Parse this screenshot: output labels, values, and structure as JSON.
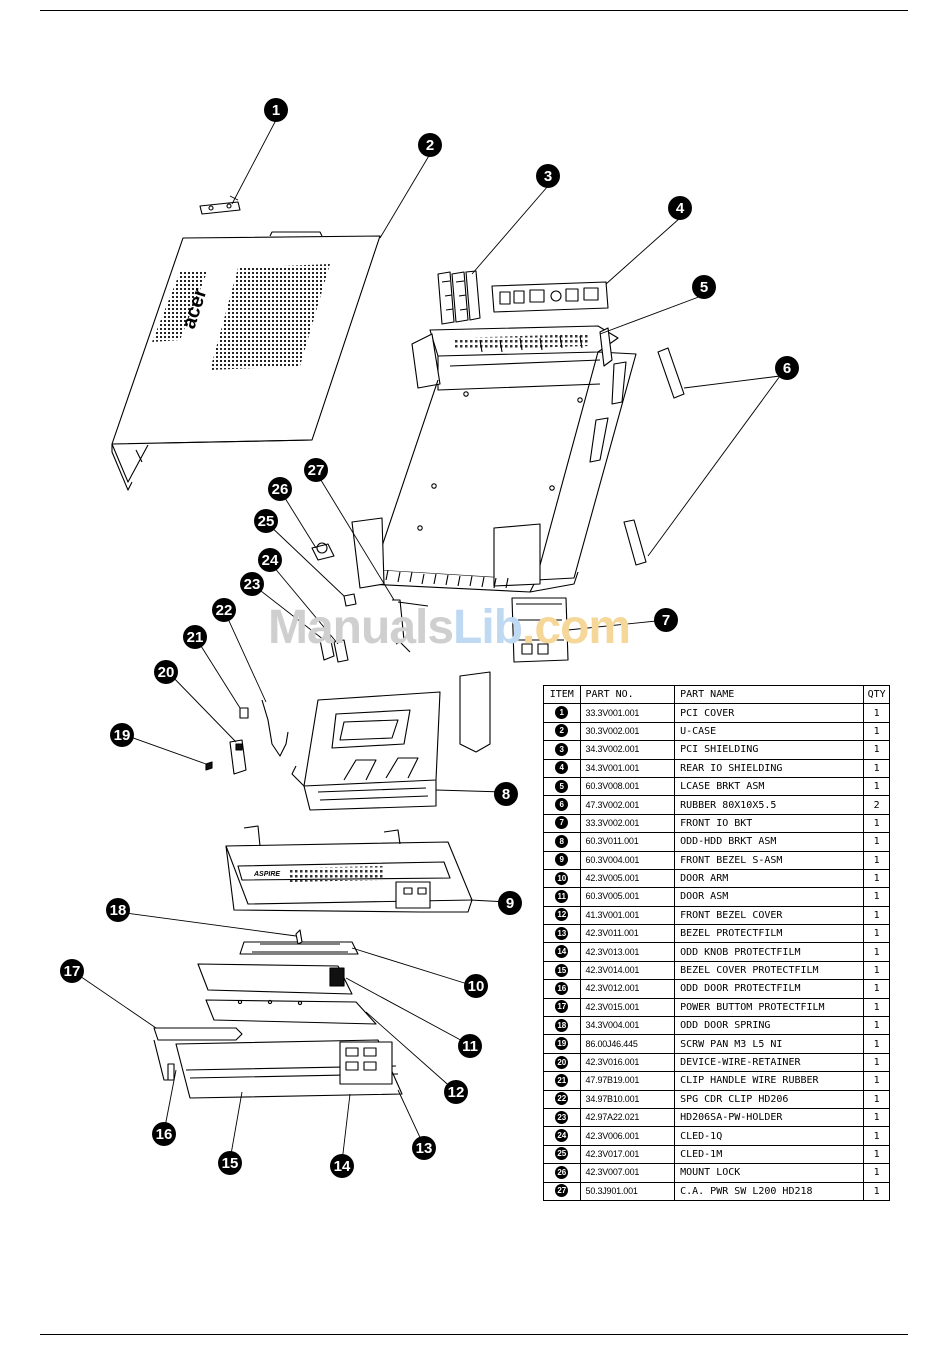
{
  "watermark": {
    "part1": "Manuals",
    "part2": "Lib",
    "part3": ".com"
  },
  "callouts": [
    "1",
    "2",
    "3",
    "4",
    "5",
    "6",
    "7",
    "8",
    "9",
    "10",
    "11",
    "12",
    "13",
    "14",
    "15",
    "16",
    "17",
    "18",
    "19",
    "20",
    "21",
    "22",
    "23",
    "24",
    "25",
    "26",
    "27"
  ],
  "chassis_logo": "acer",
  "bezel_logo": "ASPIRE",
  "table": {
    "headers": {
      "item": "ITEM",
      "part_no": "PART NO.",
      "part_name": "PART NAME",
      "qty": "QTY"
    },
    "rows": [
      {
        "item": "1",
        "part_no": "33.3V001.001",
        "part_name": "PCI COVER",
        "qty": "1"
      },
      {
        "item": "2",
        "part_no": "30.3V002.001",
        "part_name": "U-CASE",
        "qty": "1"
      },
      {
        "item": "3",
        "part_no": "34.3V002.001",
        "part_name": "PCI SHIELDING",
        "qty": "1"
      },
      {
        "item": "4",
        "part_no": "34.3V001.001",
        "part_name": "REAR IO SHIELDING",
        "qty": "1"
      },
      {
        "item": "5",
        "part_no": "60.3V008.001",
        "part_name": "LCASE BRKT ASM",
        "qty": "1"
      },
      {
        "item": "6",
        "part_no": "47.3V002.001",
        "part_name": "RUBBER 80X10X5.5",
        "qty": "2"
      },
      {
        "item": "7",
        "part_no": "33.3V002.001",
        "part_name": "FRONT IO BKT",
        "qty": "1"
      },
      {
        "item": "8",
        "part_no": "60.3V011.001",
        "part_name": "ODD-HDD BRKT ASM",
        "qty": "1"
      },
      {
        "item": "9",
        "part_no": "60.3V004.001",
        "part_name": "FRONT BEZEL S-ASM",
        "qty": "1"
      },
      {
        "item": "10",
        "part_no": "42.3V005.001",
        "part_name": "DOOR ARM",
        "qty": "1"
      },
      {
        "item": "11",
        "part_no": "60.3V005.001",
        "part_name": "DOOR ASM",
        "qty": "1"
      },
      {
        "item": "12",
        "part_no": "41.3V001.001",
        "part_name": "FRONT BEZEL COVER",
        "qty": "1"
      },
      {
        "item": "13",
        "part_no": "42.3V011.001",
        "part_name": "BEZEL PROTECTFILM",
        "qty": "1"
      },
      {
        "item": "14",
        "part_no": "42.3V013.001",
        "part_name": "ODD KNOB PROTECTFILM",
        "qty": "1"
      },
      {
        "item": "15",
        "part_no": "42.3V014.001",
        "part_name": "BEZEL COVER PROTECTFILM",
        "qty": "1"
      },
      {
        "item": "16",
        "part_no": "42.3V012.001",
        "part_name": "ODD DOOR PROTECTFILM",
        "qty": "1"
      },
      {
        "item": "17",
        "part_no": "42.3V015.001",
        "part_name": "POWER BUTTOM PROTECTFILM",
        "qty": "1"
      },
      {
        "item": "18",
        "part_no": "34.3V004.001",
        "part_name": "ODD DOOR SPRING",
        "qty": "1"
      },
      {
        "item": "19",
        "part_no": "86.00J46.445",
        "part_name": "SCRW PAN M3 L5 NI",
        "qty": "1"
      },
      {
        "item": "20",
        "part_no": "42.3V016.001",
        "part_name": "DEVICE-WIRE-RETAINER",
        "qty": "1"
      },
      {
        "item": "21",
        "part_no": "47.97B19.001",
        "part_name": "CLIP HANDLE WIRE RUBBER",
        "qty": "1"
      },
      {
        "item": "22",
        "part_no": "34.97B10.001",
        "part_name": "SPG CDR CLIP HD206",
        "qty": "1"
      },
      {
        "item": "23",
        "part_no": "42.97A22.021",
        "part_name": "HD206SA-PW-HOLDER",
        "qty": "1"
      },
      {
        "item": "24",
        "part_no": "42.3V006.001",
        "part_name": "CLED-1Q",
        "qty": "1"
      },
      {
        "item": "25",
        "part_no": "42.3V017.001",
        "part_name": "CLED-1M",
        "qty": "1"
      },
      {
        "item": "26",
        "part_no": "42.3V007.001",
        "part_name": "MOUNT LOCK",
        "qty": "1"
      },
      {
        "item": "27",
        "part_no": "50.3J901.001",
        "part_name": "C.A. PWR SW L200 HD218",
        "qty": "1"
      }
    ]
  }
}
